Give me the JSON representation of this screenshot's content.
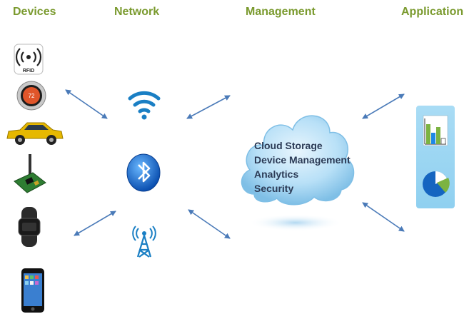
{
  "columns": {
    "devices": "Devices",
    "network": "Network",
    "management": "Management",
    "application": "Application"
  },
  "devices": {
    "rfid_label": "RFID",
    "thermostat_reading": "72"
  },
  "management": {
    "items": [
      "Cloud Storage",
      "Device Management",
      "Analytics",
      "Security"
    ]
  },
  "colors": {
    "header": "#7a9a2e",
    "arrow": "#4a7ab8",
    "cloud": "#9fd0f0",
    "wifi": "#1a7fc4",
    "bluetooth": "#1a6fd0",
    "app_panel": "#a9dcf5"
  },
  "icons": [
    "rfid-icon",
    "thermostat-icon",
    "car-icon",
    "circuit-board-icon",
    "fitness-band-icon",
    "smartphone-icon",
    "wifi-icon",
    "bluetooth-icon",
    "cell-tower-icon",
    "cloud-icon",
    "bar-chart-icon",
    "pie-chart-icon"
  ]
}
